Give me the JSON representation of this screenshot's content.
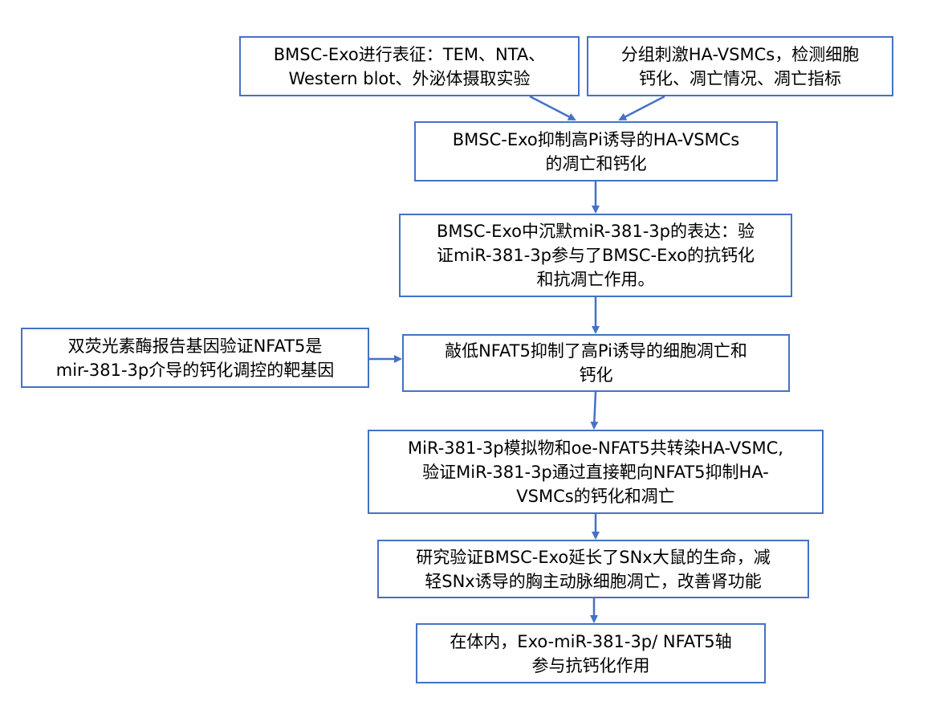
{
  "flowchart": {
    "nodes": [
      {
        "id": "n1",
        "text": "BMSC-Exo进行表征：TEM、NTA、\nWestern blot、外泌体摄取实验"
      },
      {
        "id": "n2",
        "text": "分组刺激HA-VSMCs，检测细胞\n钙化、凋亡情况、凋亡指标"
      },
      {
        "id": "n3",
        "text": "BMSC-Exo抑制高Pi诱导的HA-VSMCs\n的凋亡和钙化"
      },
      {
        "id": "n4",
        "text": "BMSC-Exo中沉默miR-381-3p的表达：验\n证miR-381-3p参与了BMSC-Exo的抗钙化\n和抗凋亡作用。"
      },
      {
        "id": "n5",
        "text": "双荧光素酶报告基因验证NFAT5是\nmir-381-3p介导的钙化调控的靶基因"
      },
      {
        "id": "n6",
        "text": "敲低NFAT5抑制了高Pi诱导的细胞凋亡和\n钙化"
      },
      {
        "id": "n7",
        "text": "MiR-381-3p模拟物和oe-NFAT5共转染HA-VSMC,\n验证MiR-381-3p通过直接靶向NFAT5抑制HA-\nVSMCs的钙化和凋亡"
      },
      {
        "id": "n8",
        "text": "研究验证BMSC-Exo延长了SNx大鼠的生命，减\n轻SNx诱导的胸主动脉细胞凋亡，改善肾功能"
      },
      {
        "id": "n9",
        "text": "在体内，Exo-miR-381-3p/ NFAT5轴\n参与抗钙化作用"
      }
    ],
    "edges": [
      {
        "from": "n1",
        "to": "n3"
      },
      {
        "from": "n2",
        "to": "n3"
      },
      {
        "from": "n3",
        "to": "n4"
      },
      {
        "from": "n4",
        "to": "n6"
      },
      {
        "from": "n5",
        "to": "n6"
      },
      {
        "from": "n6",
        "to": "n7"
      },
      {
        "from": "n7",
        "to": "n8"
      },
      {
        "from": "n8",
        "to": "n9"
      }
    ],
    "colors": {
      "box_border": "#4472c4",
      "arrow": "#4472c4",
      "text": "#000000",
      "background": "#ffffff"
    }
  }
}
